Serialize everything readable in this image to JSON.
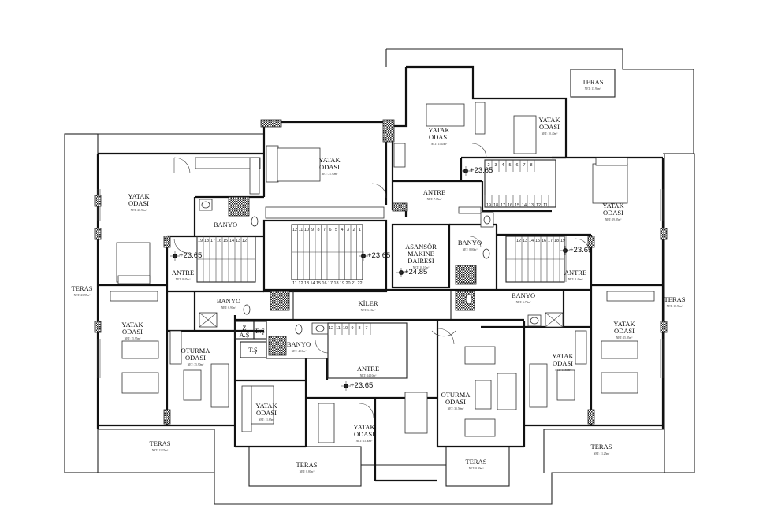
{
  "rooms": [
    {
      "id": "teras-top-right",
      "lines": [
        "TERAS"
      ],
      "net": "NET: 13.95m²"
    },
    {
      "id": "yatak-top-center",
      "lines": [
        "YATAK",
        "ODASI"
      ],
      "net": "NET: 11.45m²"
    },
    {
      "id": "yatak-top-right",
      "lines": [
        "YATAK",
        "ODASI"
      ],
      "net": "NET: 10.40m²"
    },
    {
      "id": "yatak-upper-mid",
      "lines": [
        "YATAK",
        "ODASI"
      ],
      "net": "NET: 21.90m²"
    },
    {
      "id": "antre-top",
      "lines": [
        "ANTRE"
      ],
      "net": "NET: 7.65m²"
    },
    {
      "id": "yatak-left-upper",
      "lines": [
        "YATAK",
        "ODASI"
      ],
      "net": "NET: 20.90m²"
    },
    {
      "id": "yatak-right-upper",
      "lines": [
        "YATAK",
        "ODASI"
      ],
      "net": "NET: 19.95m²"
    },
    {
      "id": "banyo-left-top",
      "lines": [
        "BANYO"
      ],
      "net": ""
    },
    {
      "id": "asansor",
      "lines": [
        "ASANSÖR",
        "MAKİNE",
        "DAİRESİ"
      ],
      "net": "NET: 10.10m²"
    },
    {
      "id": "banyo-right-top",
      "lines": [
        "BANYO"
      ],
      "net": "NET: 8.00m²"
    },
    {
      "id": "antre-left",
      "lines": [
        "ANTRE"
      ],
      "net": "NET: 8.45m²"
    },
    {
      "id": "antre-right",
      "lines": [
        "ANTRE"
      ],
      "net": "NET: 8.45m²"
    },
    {
      "id": "teras-left",
      "lines": [
        "TERAS"
      ],
      "net": "NET: 23.95m²"
    },
    {
      "id": "teras-right",
      "lines": [
        "TERAS"
      ],
      "net": "NET: 18.95m²"
    },
    {
      "id": "banyo-left-mid",
      "lines": [
        "BANYO"
      ],
      "net": "NET: 6.90m²"
    },
    {
      "id": "kiler",
      "lines": [
        "KİLER"
      ],
      "net": "NET: 6.10m²"
    },
    {
      "id": "banyo-right-mid",
      "lines": [
        "BANYO"
      ],
      "net": "NET: 6.70m²"
    },
    {
      "id": "yatak-left-lower",
      "lines": [
        "YATAK",
        "ODASI"
      ],
      "net": "NET: 15.95m²"
    },
    {
      "id": "yatak-right-lower",
      "lines": [
        "YATAK",
        "ODASI"
      ],
      "net": "NET: 15.95m²"
    },
    {
      "id": "oturma-left",
      "lines": [
        "OTURMA",
        "ODASI"
      ],
      "net": "NET: 35.90m²"
    },
    {
      "id": "banyo-center",
      "lines": [
        "BANYO"
      ],
      "net": "NET: 4.10m²"
    },
    {
      "id": "antre-center",
      "lines": [
        "ANTRE"
      ],
      "net": "NET: 14.10m²"
    },
    {
      "id": "yatak-right-inner",
      "lines": [
        "YATAK",
        "ODASI"
      ],
      "net": "NET: 11.85m²"
    },
    {
      "id": "yatak-left-inner",
      "lines": [
        "YATAK",
        "ODASI"
      ],
      "net": "NET: 11.85m²"
    },
    {
      "id": "oturma-right",
      "lines": [
        "OTURMA",
        "ODASI"
      ],
      "net": "NET: 35.50m²"
    },
    {
      "id": "yatak-bottom-center",
      "lines": [
        "YATAK",
        "ODASI"
      ],
      "net": "NET: 13.40m²"
    },
    {
      "id": "teras-bottom-left",
      "lines": [
        "TERAS"
      ],
      "net": "NET: 11.25m²"
    },
    {
      "id": "teras-bottom-right",
      "lines": [
        "TERAS"
      ],
      "net": "NET: 11.25m²"
    },
    {
      "id": "teras-bottom-center-left",
      "lines": [
        "TERAS"
      ],
      "net": "NET: 8.80m²"
    },
    {
      "id": "teras-bottom-center-right",
      "lines": [
        "TERAS"
      ],
      "net": "NET: 8.80m²"
    }
  ],
  "small_labels": {
    "zas": [
      "Z",
      "A.Ş"
    ],
    "es": "E.Ş",
    "ts": "T.Ş"
  },
  "levels": {
    "top": "+23.65",
    "left": "+23.65",
    "right": "+23.65",
    "core": "+23.65",
    "elevator": "+24.85",
    "center": "+23.65"
  },
  "stairs": {
    "core_top": [
      "12",
      "11",
      "10",
      "9",
      "8",
      "7",
      "6",
      "5",
      "4",
      "3",
      "2",
      "1"
    ],
    "core_bottom": [
      "11",
      "12",
      "13",
      "14",
      "15",
      "16",
      "17",
      "18",
      "19",
      "20",
      "21",
      "22"
    ],
    "left_top": [
      "19",
      "18",
      "17",
      "16",
      "15",
      "14",
      "13",
      "12"
    ],
    "right_top": [
      "12",
      "13",
      "14",
      "15",
      "16",
      "17",
      "18",
      "19"
    ],
    "upper_top": [
      "2",
      "3",
      "4",
      "5",
      "6",
      "7",
      "8"
    ],
    "upper_bottom": [
      "19",
      "18",
      "17",
      "16",
      "15",
      "14",
      "13",
      "12",
      "11"
    ],
    "center_top": [
      "12",
      "11",
      "10",
      "9",
      "8",
      "7"
    ]
  }
}
